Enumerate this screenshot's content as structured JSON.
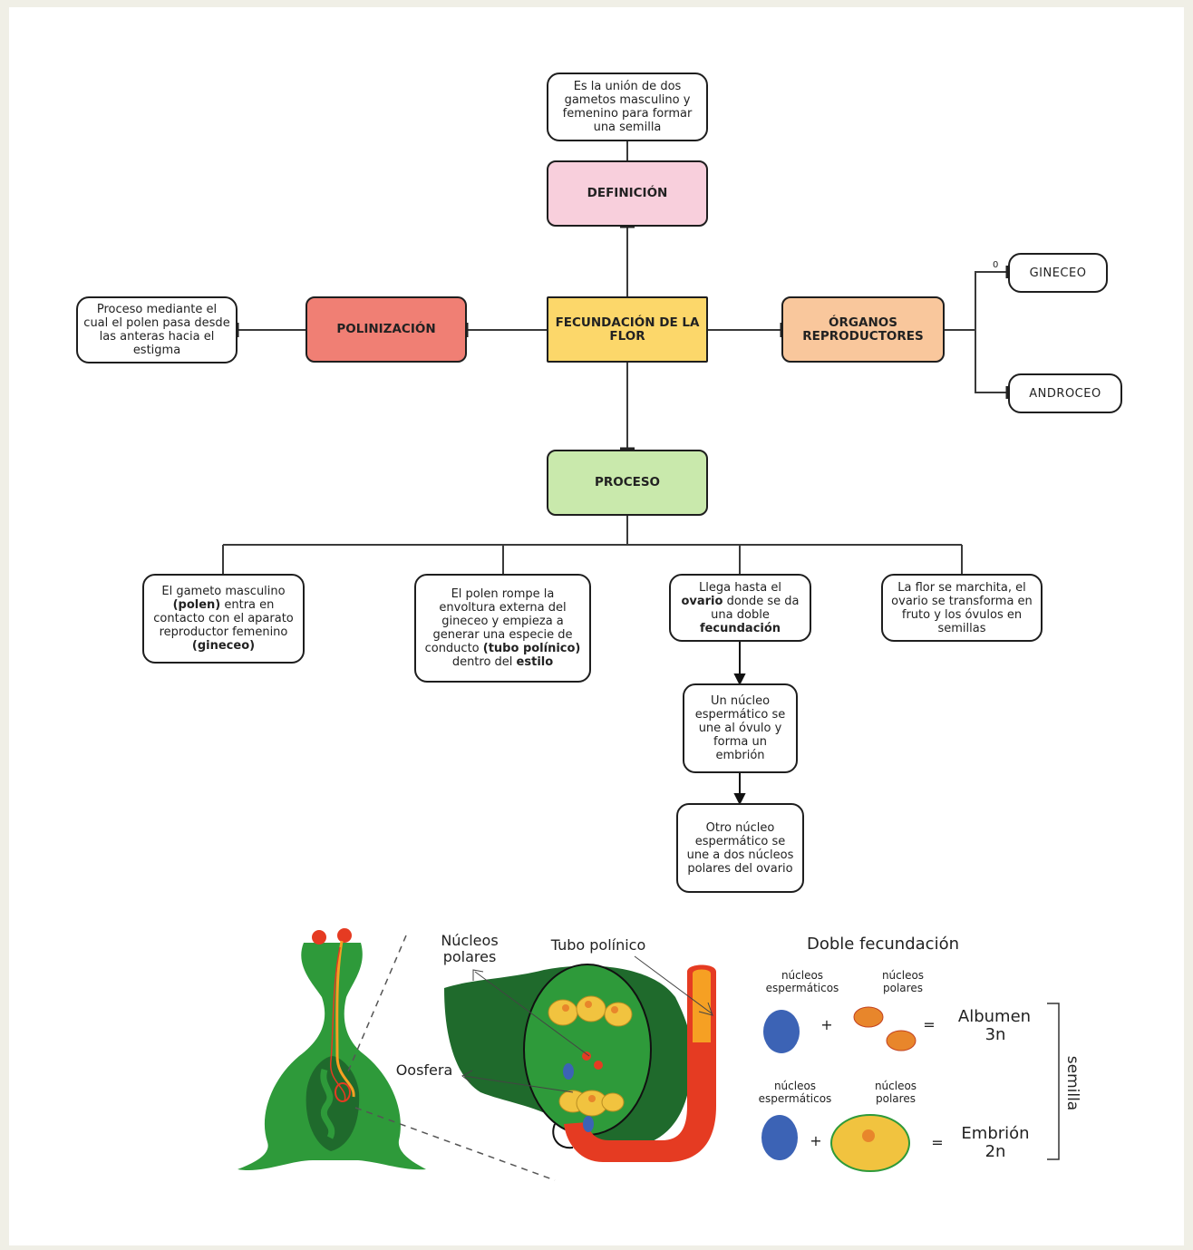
{
  "diagram": {
    "central": "FECUNDACIÓN DE LA FLOR",
    "definicion": {
      "title": "DEFINICIÓN",
      "text": "Es la unión de dos gametos masculino y femenino para formar una semilla"
    },
    "polinizacion": {
      "title": "POLINIZACIÓN",
      "text": "Proceso mediante el cual el polen pasa desde las anteras hacia el estigma"
    },
    "organos": {
      "title": "ÓRGANOS REPRODUCTORES",
      "items": [
        "GINECEO",
        "ANDROCEO"
      ],
      "zero_mark": "0"
    },
    "proceso": {
      "title": "PROCESO",
      "steps": [
        {
          "before1": "El gameto masculino ",
          "b1": "(polen)",
          "after1": " entra en contacto con el aparato reproductor femenino ",
          "b2": "(gineceo)"
        },
        {
          "before1": "El polen rompe la envoltura externa del gineceo y empieza a generar una especie de conducto ",
          "b1": "(tubo polínico)",
          "after1": " dentro del ",
          "b2": "estilo"
        },
        {
          "before1": "Llega hasta el ",
          "b1": "ovario",
          "after1": " donde se da una doble ",
          "b2": "fecundación"
        },
        {
          "text": "La flor se marchita, el ovario se transforma en fruto y los óvulos en semillas"
        }
      ],
      "sub_steps": [
        "Un núcleo espermático se une al óvulo y forma un embrión",
        "Otro núcleo espermático se une a dos núcleos polares del ovario"
      ]
    }
  },
  "illustration": {
    "labels": {
      "nucleos_polares": "Núcleos polares",
      "tubo_polinico": "Tubo polínico",
      "oosfera": "Oosfera",
      "doble_fecundacion": "Doble fecundación",
      "nucleos_espermaticos": "núcleos espermáticos",
      "nucleos_polares_small": "núcleos polares",
      "albumen": "Albumen",
      "albumen_n": "3n",
      "embrion": "Embrión",
      "embrion_n": "2n",
      "semilla": "semilla",
      "plus": "+",
      "equals": "="
    },
    "colors": {
      "pistil_green": "#2e9a3a",
      "dark_green": "#1f6a2c",
      "tube_red": "#e53b22",
      "tube_orange": "#f6a023",
      "nucleus_yellow": "#f1c33f",
      "sperm_blue": "#3c63b5"
    }
  }
}
